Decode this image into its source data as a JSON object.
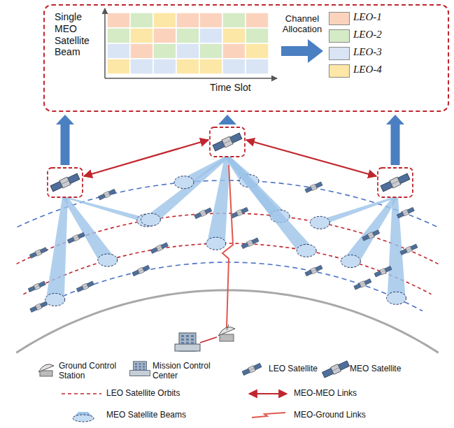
{
  "diagram": {
    "nodes": [
      {
        "text": [
          "Single MEO Satellite Beam"
        ]
      }
    ],
    "labels": [
      "Channel Allocation",
      "Time Slot"
    ],
    "legend": [
      {
        "text": "LEO-1",
        "color": "#fbd3bd"
      },
      {
        "text": "LEO-2",
        "color": "#d4ebc6"
      },
      {
        "text": "LEO-3",
        "color": "#d9e5f5"
      },
      {
        "text": "LEO-4",
        "color": "#fde7a6"
      },
      {
        "text": "Ground Control Station"
      },
      {
        "text": "Mission Control Center"
      },
      {
        "text": "LEO Satellite"
      },
      {
        "text": "MEO Satellite"
      },
      {
        "text": "LEO Satellite Orbits"
      },
      {
        "text": "MEO-MEO Links"
      },
      {
        "text": "MEO Satellite Beams"
      },
      {
        "text": "MEO-Ground Links"
      }
    ]
  }
}
